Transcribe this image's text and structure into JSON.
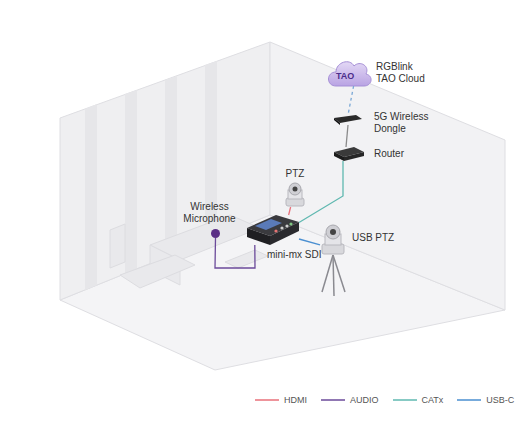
{
  "diagram": {
    "nodes": [
      {
        "text": [
          "TAO",
          "RGBlink TAO Cloud"
        ]
      },
      {
        "text": [
          "5G Wireless Dongle"
        ]
      },
      {
        "text": [
          "Router"
        ]
      },
      {
        "text": [
          "PTZ"
        ]
      },
      {
        "text": [
          "Wireless Microphone"
        ]
      },
      {
        "text": [
          "mini-mx SDI"
        ]
      },
      {
        "text": [
          "USB PTZ"
        ]
      }
    ],
    "edges": [
      {
        "from": 0,
        "to": 1,
        "arrow": "none"
      },
      {
        "from": 1,
        "to": 2,
        "arrow": "none"
      },
      {
        "from": 2,
        "to": 5,
        "arrow": "none"
      },
      {
        "from": 3,
        "to": 5,
        "arrow": "none"
      },
      {
        "from": 4,
        "to": 5,
        "arrow": "none"
      },
      {
        "from": 5,
        "to": 6,
        "arrow": "none"
      }
    ],
    "legend": [
      {
        "text": "HDMI"
      },
      {
        "text": "AUDIO"
      },
      {
        "text": "CATx"
      },
      {
        "text": "USB-C"
      }
    ]
  }
}
